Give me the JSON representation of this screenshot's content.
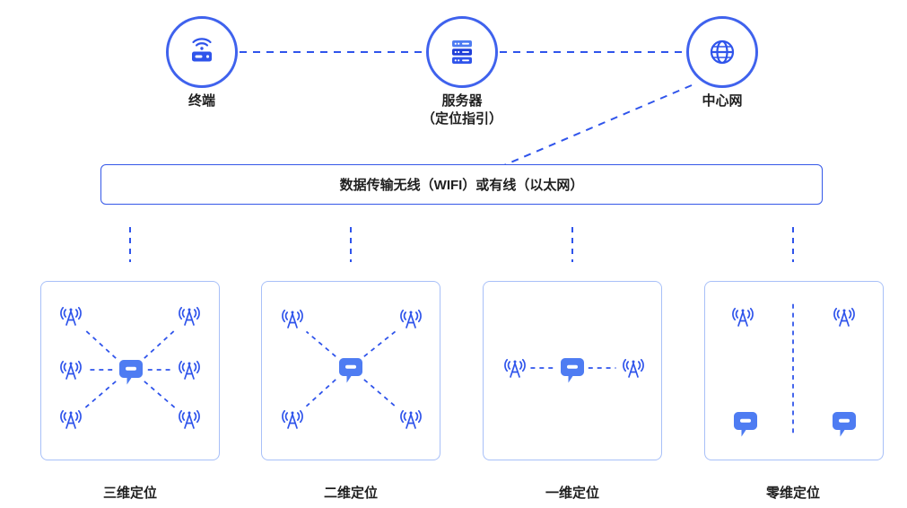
{
  "nodes": [
    {
      "label": "终端",
      "icon": "router-icon"
    },
    {
      "label_line1": "服务器",
      "label_line2": "（定位指引）",
      "icon": "server-icon"
    },
    {
      "label": "中心网",
      "icon": "globe-icon"
    }
  ],
  "bus": {
    "label": "数据传输无线（WIFI）或有线（以太网）"
  },
  "panels": [
    {
      "label": "三维定位",
      "anchor_count": 6,
      "tag_count": 1
    },
    {
      "label": "二维定位",
      "anchor_count": 4,
      "tag_count": 1
    },
    {
      "label": "一维定位",
      "anchor_count": 2,
      "tag_count": 1
    },
    {
      "label": "零维定位",
      "anchor_count": 2,
      "tag_count": 2
    }
  ],
  "icons": {
    "anchor": "antenna-icon",
    "locator": "tag-icon"
  },
  "colors": {
    "accent": "#2F54EB",
    "node_ring": "#3F62ED",
    "panel_border": "#A8C0F8",
    "tag_fill": "#4E7CF2",
    "server_bar_light": "#4E7CF2",
    "server_bar_dark": "#1E3ED8",
    "text": "#1F1F1F"
  }
}
